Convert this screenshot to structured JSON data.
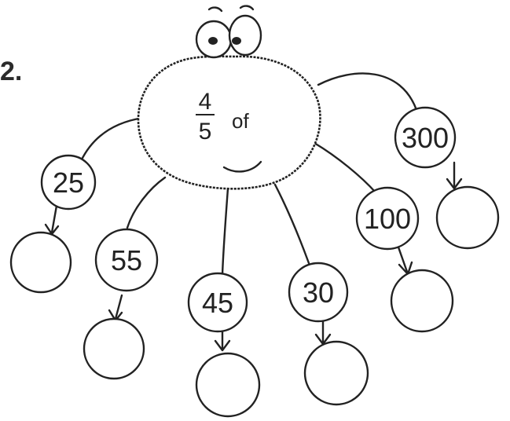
{
  "question": {
    "number": "2."
  },
  "body": {
    "fraction_numerator": "4",
    "fraction_denominator": "5",
    "of_text": "of"
  },
  "legs": [
    {
      "input": "25",
      "answer": ""
    },
    {
      "input": "55",
      "answer": ""
    },
    {
      "input": "45",
      "answer": ""
    },
    {
      "input": "30",
      "answer": ""
    },
    {
      "input": "100",
      "answer": ""
    },
    {
      "input": "300",
      "answer": ""
    }
  ],
  "colors": {
    "ink": "#222222",
    "paper": "#ffffff"
  }
}
